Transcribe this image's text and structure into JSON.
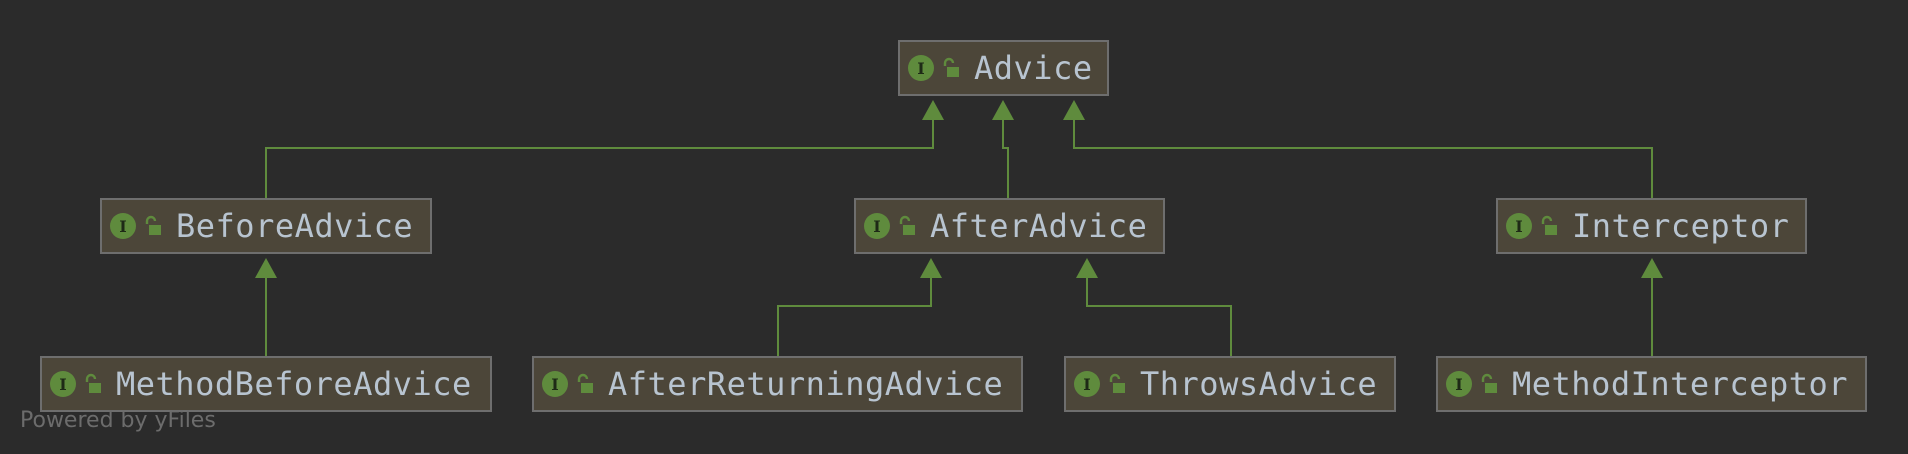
{
  "diagram": {
    "nodes": [
      {
        "id": "advice",
        "label": "Advice",
        "icon": "interface-icon",
        "badge": "I"
      },
      {
        "id": "before",
        "label": "BeforeAdvice",
        "icon": "interface-icon",
        "badge": "I"
      },
      {
        "id": "after",
        "label": "AfterAdvice",
        "icon": "interface-icon",
        "badge": "I"
      },
      {
        "id": "interceptor",
        "label": "Interceptor",
        "icon": "interface-icon",
        "badge": "I"
      },
      {
        "id": "methodBefore",
        "label": "MethodBeforeAdvice",
        "icon": "interface-icon",
        "badge": "I"
      },
      {
        "id": "afterReturning",
        "label": "AfterReturningAdvice",
        "icon": "interface-icon",
        "badge": "I"
      },
      {
        "id": "throws",
        "label": "ThrowsAdvice",
        "icon": "interface-icon",
        "badge": "I"
      },
      {
        "id": "methodInterceptor",
        "label": "MethodInterceptor",
        "icon": "interface-icon",
        "badge": "I"
      }
    ],
    "edges": [
      {
        "from": "before",
        "to": "advice",
        "type": "extends"
      },
      {
        "from": "after",
        "to": "advice",
        "type": "extends"
      },
      {
        "from": "interceptor",
        "to": "advice",
        "type": "extends"
      },
      {
        "from": "methodBefore",
        "to": "before",
        "type": "extends"
      },
      {
        "from": "afterReturning",
        "to": "after",
        "type": "extends"
      },
      {
        "from": "throws",
        "to": "after",
        "type": "extends"
      },
      {
        "from": "methodInterceptor",
        "to": "interceptor",
        "type": "extends"
      }
    ]
  },
  "watermark": "Powered by yFiles",
  "colors": {
    "background": "#2b2b2b",
    "node_fill": "#4c4639",
    "node_border": "#6e6e6e",
    "edge": "#5f8b3d",
    "label": "#b8c4d0"
  }
}
